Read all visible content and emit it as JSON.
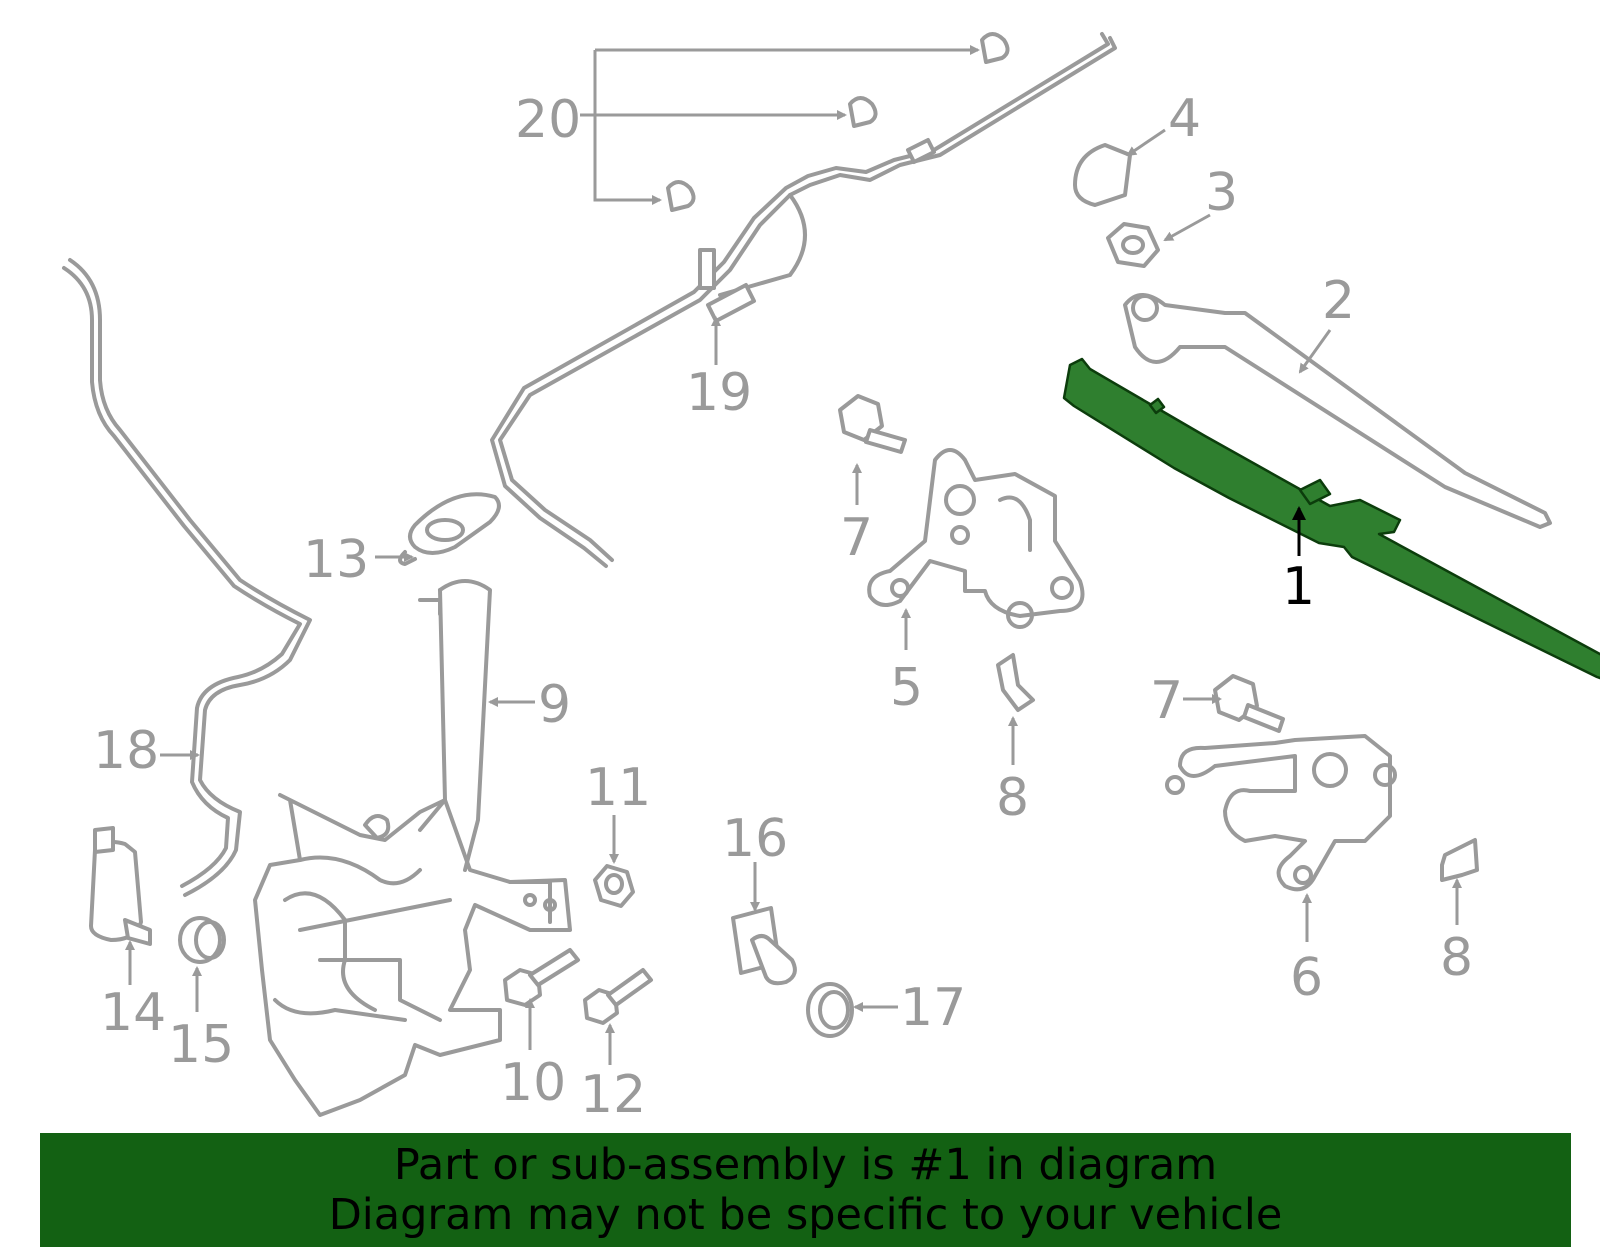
{
  "callouts": {
    "c1": "1",
    "c2": "2",
    "c3": "3",
    "c4": "4",
    "c5": "5",
    "c6": "6",
    "c7a": "7",
    "c7b": "7",
    "c8a": "8",
    "c8b": "8",
    "c9": "9",
    "c10": "10",
    "c11": "11",
    "c12": "12",
    "c13": "13",
    "c14": "14",
    "c15": "15",
    "c16": "16",
    "c17": "17",
    "c18": "18",
    "c19": "19",
    "c20": "20"
  },
  "highlight_color": "#2f7f2f",
  "banner": {
    "line1": "Part or sub-assembly is #1 in diagram",
    "line2": "Diagram may not be specific to your vehicle",
    "background": "#136113"
  }
}
